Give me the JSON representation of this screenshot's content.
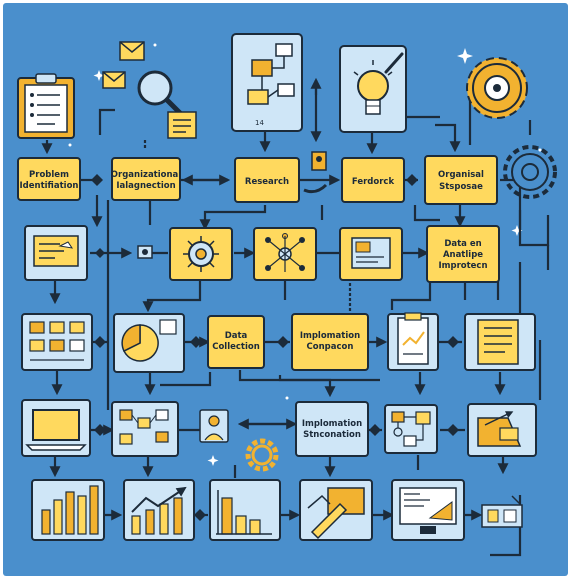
{
  "colors": {
    "background": "#4a8fcc",
    "frame": "#ffffff",
    "node_fill": "#ffd95e",
    "icon_box_fill": "#cfe6f7",
    "outline": "#1c2b3a",
    "accent": "#f2b230"
  },
  "labels": {
    "problem_line1": "Problem",
    "problem_line2": "Identifiation",
    "organizal_line1": "Organizational",
    "organizal_line2": "Ialagnection",
    "research": "Research",
    "feedback": "Ferdorck",
    "organisal_line1": "Organisal",
    "organisal_line2": "Stsposae",
    "data_analytic_line1": "Data en",
    "data_analytic_line2": "Anatlipe",
    "data_analytic_line3": "Improtecn",
    "data_collection_line1": "Data",
    "data_collection_line2": "Collection",
    "implementation_line1": "Implomation",
    "implementation_line2": "Conpacon",
    "implementation2_line1": "Implomation",
    "implementation2_line2": "Stnconation",
    "small_badge": "14"
  },
  "icons": [
    "clipboard-icon",
    "envelope-icon",
    "magnifier-icon",
    "document-icon",
    "flowchart-icon",
    "lightbulb-icon",
    "gear-icon",
    "person-icon",
    "presentation-icon",
    "target-icon",
    "network-icon",
    "chart-icon",
    "pie-chart-icon",
    "checklist-icon",
    "laptop-icon",
    "bar-chart-icon",
    "line-chart-icon",
    "pencil-icon",
    "monitor-icon"
  ]
}
